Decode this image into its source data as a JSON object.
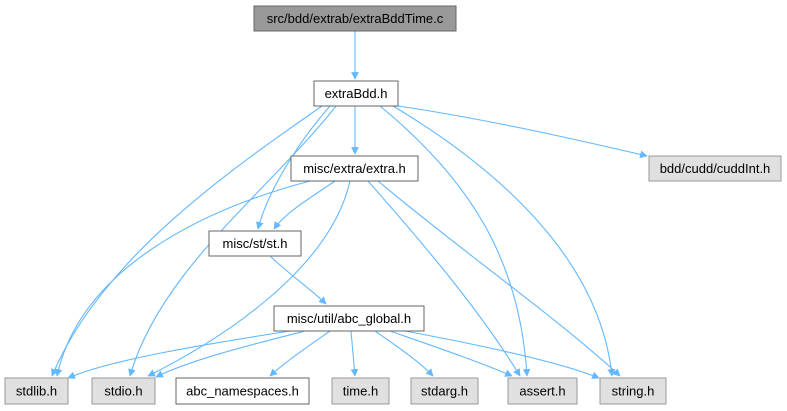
{
  "graph": {
    "colors": {
      "edge": "#63b8ff",
      "root_fill": "#999999",
      "root_stroke": "#666666",
      "local_fill": "#ffffff",
      "local_stroke": "#666666",
      "system_fill": "#e0e0e0",
      "system_stroke": "#999999"
    },
    "nodes": [
      {
        "id": "root",
        "label": "src/bdd/extrab/extraBddTime.c",
        "kind": "root"
      },
      {
        "id": "extrabdd",
        "label": "extraBdd.h",
        "kind": "local"
      },
      {
        "id": "extra",
        "label": "misc/extra/extra.h",
        "kind": "local"
      },
      {
        "id": "cuddint",
        "label": "bdd/cudd/cuddInt.h",
        "kind": "system"
      },
      {
        "id": "st",
        "label": "misc/st/st.h",
        "kind": "local"
      },
      {
        "id": "abcglobal",
        "label": "misc/util/abc_global.h",
        "kind": "local"
      },
      {
        "id": "stdlib",
        "label": "stdlib.h",
        "kind": "system"
      },
      {
        "id": "stdio",
        "label": "stdio.h",
        "kind": "system"
      },
      {
        "id": "abcns",
        "label": "abc_namespaces.h",
        "kind": "local"
      },
      {
        "id": "time",
        "label": "time.h",
        "kind": "system"
      },
      {
        "id": "stdarg",
        "label": "stdarg.h",
        "kind": "system"
      },
      {
        "id": "assert",
        "label": "assert.h",
        "kind": "system"
      },
      {
        "id": "string",
        "label": "string.h",
        "kind": "system"
      }
    ],
    "edges": [
      {
        "from": "root",
        "to": "extrabdd"
      },
      {
        "from": "extrabdd",
        "to": "extra"
      },
      {
        "from": "extrabdd",
        "to": "cuddint"
      },
      {
        "from": "extrabdd",
        "to": "st"
      },
      {
        "from": "extrabdd",
        "to": "stdlib"
      },
      {
        "from": "extrabdd",
        "to": "stdio"
      },
      {
        "from": "extrabdd",
        "to": "assert"
      },
      {
        "from": "extrabdd",
        "to": "string"
      },
      {
        "from": "extra",
        "to": "st"
      },
      {
        "from": "extra",
        "to": "stdlib"
      },
      {
        "from": "extra",
        "to": "stdio"
      },
      {
        "from": "extra",
        "to": "assert"
      },
      {
        "from": "extra",
        "to": "string"
      },
      {
        "from": "st",
        "to": "abcglobal"
      },
      {
        "from": "abcglobal",
        "to": "stdlib"
      },
      {
        "from": "abcglobal",
        "to": "stdio"
      },
      {
        "from": "abcglobal",
        "to": "abcns"
      },
      {
        "from": "abcglobal",
        "to": "time"
      },
      {
        "from": "abcglobal",
        "to": "stdarg"
      },
      {
        "from": "abcglobal",
        "to": "assert"
      },
      {
        "from": "abcglobal",
        "to": "string"
      }
    ]
  }
}
